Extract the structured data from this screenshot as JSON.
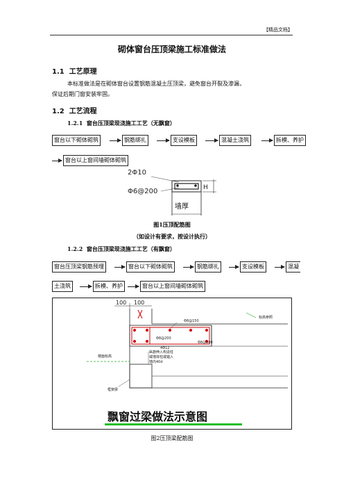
{
  "header": {
    "tag": "【精品文档】"
  },
  "title": "砌体窗台压顶梁施工标准做法",
  "sec1": {
    "num": "1.1",
    "heading": "工艺原理",
    "body_line1": "本标准做法是在砌体窗台设置钢筋混凝土压顶梁，避免窗台开裂及渗漏，",
    "body_line2": "保证后期门窗安装牢固。"
  },
  "sec2": {
    "num": "1.2",
    "heading": "工艺流程"
  },
  "sub1": {
    "num": "1.2.1",
    "heading": "窗台压顶梁现浇施工工艺（无飘窗）",
    "steps": [
      "窗台以下砌体砌筑",
      "钢筋绑扎",
      "支设模板",
      "混凝土浇筑",
      "拆模、养护",
      "窗台以上窗间墙砌体砌筑"
    ]
  },
  "fig1": {
    "label_bar": "2Φ10",
    "label_stirrup": "Φ6@200",
    "label_h": "H",
    "label_wall": "墙厚",
    "caption": "图1压顶配筋图",
    "note": "（如设计有要求，按设计执行）"
  },
  "sub2": {
    "num": "1.2.2",
    "heading": "窗台压顶梁现浇施工工艺（有飘窗）",
    "steps": [
      "窗台压顶梁钢筋预埋",
      "窗台以下砌体砌筑",
      "钢筋绑扎",
      "支设模板",
      "混凝",
      "土浇筑",
      "拆模、养护",
      "窗台以上窗间墙砌体砌筑"
    ]
  },
  "fig2": {
    "dim1": "100",
    "dim2": "100",
    "note_a": "Φ8@150",
    "note_b": "Φ8@200",
    "note_c": "Φ8@200",
    "note_d": "4Φ12",
    "note_e": "纵筋伸入构造柱",
    "note_f": "或墙体柱或锚入",
    "note_g": "墙内40d",
    "label_sill": "标高参照",
    "label_floor": "楼面标高",
    "label_beam": "框架梁",
    "banner": "飘窗过梁做法示意图",
    "caption": "图2压顶梁配筋图"
  }
}
